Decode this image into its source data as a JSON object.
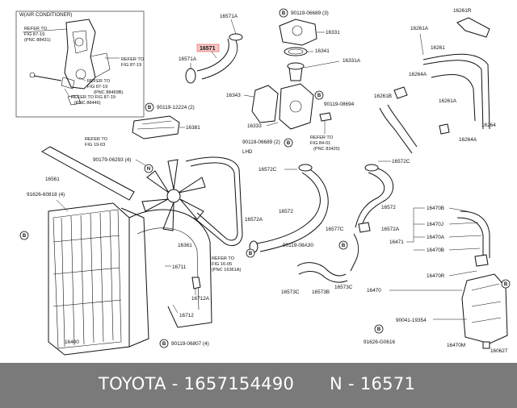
{
  "header": {
    "air_conditioner": "W(AIR CONDITIONER)",
    "lhd": "LHD"
  },
  "refs": {
    "r1_a": "REFER TO",
    "r1_b": "FIG 87-19",
    "r1_c": "(PNC 88431)",
    "r2_a": "REFER TO",
    "r2_b": "FIG 87-19",
    "r3_a": "REFER TO",
    "r3_b": "FIG 87-19",
    "r3_c": "(PNC 88469B)",
    "r4_a": "REFER TO FIG 87-19",
    "r4_b": "(PNC 88446)",
    "r5_a": "REFER TO",
    "r5_b": "FIG 19-03",
    "r6_a": "REFER TO",
    "r6_b": "FIG 84-01",
    "r6_c": "(PNC 83420)",
    "r7_a": "REFER TO",
    "r7_b": "FIG 16-05",
    "r7_c": "(PNC 16361A)"
  },
  "labels": {
    "l16571A_top": "16571A",
    "l16571_hi": "16571",
    "l16571A_left": "16571A",
    "l90119_12224": "90119-12224 (2)",
    "l16381": "16381",
    "l90179": "90179-06293 (4)",
    "l16561": "16561",
    "l91626": "91626-60818 (4)",
    "l16361": "16361",
    "l16711": "16711",
    "l16712A": "16712A",
    "l16712": "16712",
    "l16400": "16400",
    "l90119_06807": "90119-06807 (4)",
    "l90119_06689_top": "90119-06689 (3)",
    "l16331": "16331",
    "l16341": "16341",
    "l16331A": "16331A",
    "l16343": "16343",
    "l90119_08694": "90119-08694",
    "l16333": "16333",
    "l90119_06689_mid": "90119-06689 (2)",
    "l16261R": "16261R",
    "l16261A_1": "16261A",
    "l16261": "16261",
    "l16264A_1": "16264A",
    "l16261B": "16261B",
    "l16261A_2": "16261A",
    "l16264": "16264",
    "l16264A_2": "16264A",
    "l16572C_left": "16572C",
    "l16572C_right": "16572C",
    "l16572": "16572",
    "l16572_right": "16572",
    "l16572A_left": "16572A",
    "l16577C": "16577C",
    "l16572A_right": "16572A",
    "l90119_08A30": "90119-08A30",
    "l16573C_a": "16573C",
    "l16573B": "16573B",
    "l16573C_b": "16573C",
    "l16470B_1": "16470B",
    "l16470J": "16470J",
    "l16470A": "16470A",
    "l16471": "16471",
    "l16470B_2": "16470B",
    "l16470R": "16470R",
    "l16470": "16470",
    "l90041": "90041-19354",
    "l91626_G0616": "91626-G0616",
    "l16470M": "16470M",
    "l160627": "160627"
  },
  "badges": {
    "b": "B",
    "n": "N"
  },
  "footer": {
    "brand_part": "TOYOTA - 1657154490",
    "n_part": "N - 16571"
  }
}
